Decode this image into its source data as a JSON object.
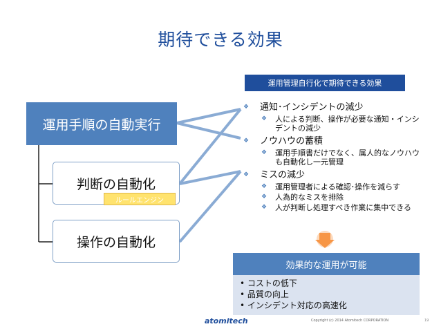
{
  "slide": {
    "title": "期待できる効果",
    "page_number": "19",
    "copyright": "Copyright (c) 2014 Atomitech CORPORATION",
    "logo_text": "atomitech"
  },
  "left": {
    "main_box": "運用手順の自動実行",
    "sub_boxes": [
      "判断の自動化",
      "操作の自動化"
    ],
    "rule_engine_label": "ルールエンジン"
  },
  "effects": {
    "header": "運用管理自行化で期待できる効果",
    "items": [
      {
        "label": "通知･インシデントの減少",
        "subs": [
          "人による判断、操作が必要な通知・インシデントの減少"
        ]
      },
      {
        "label": "ノウハウの蓄積",
        "subs": [
          "運用手順書だけでなく、属人的なノウハウも自動化し一元管理"
        ]
      },
      {
        "label": "ミスの減少",
        "subs": [
          "運用管理者による確認･操作を減らす",
          "人為的なミスを排除",
          "人が判断し処理すべき作業に集中できる"
        ]
      }
    ]
  },
  "result": {
    "header": "効果的な運用が可能",
    "items": [
      "コストの低下",
      "品質の向上",
      "インシデント対応の高速化"
    ]
  },
  "colors": {
    "title": "#1f4e9c",
    "main_box": "#4f81bd",
    "badge": "#ffe36e",
    "result_body": "#dbe3f0",
    "arrow_down": "#f79646"
  },
  "icons": {
    "list_bullet": "diamond-bullet-icon",
    "down_arrow": "down-arrow-icon",
    "logo": "atomitech-logo-icon"
  }
}
